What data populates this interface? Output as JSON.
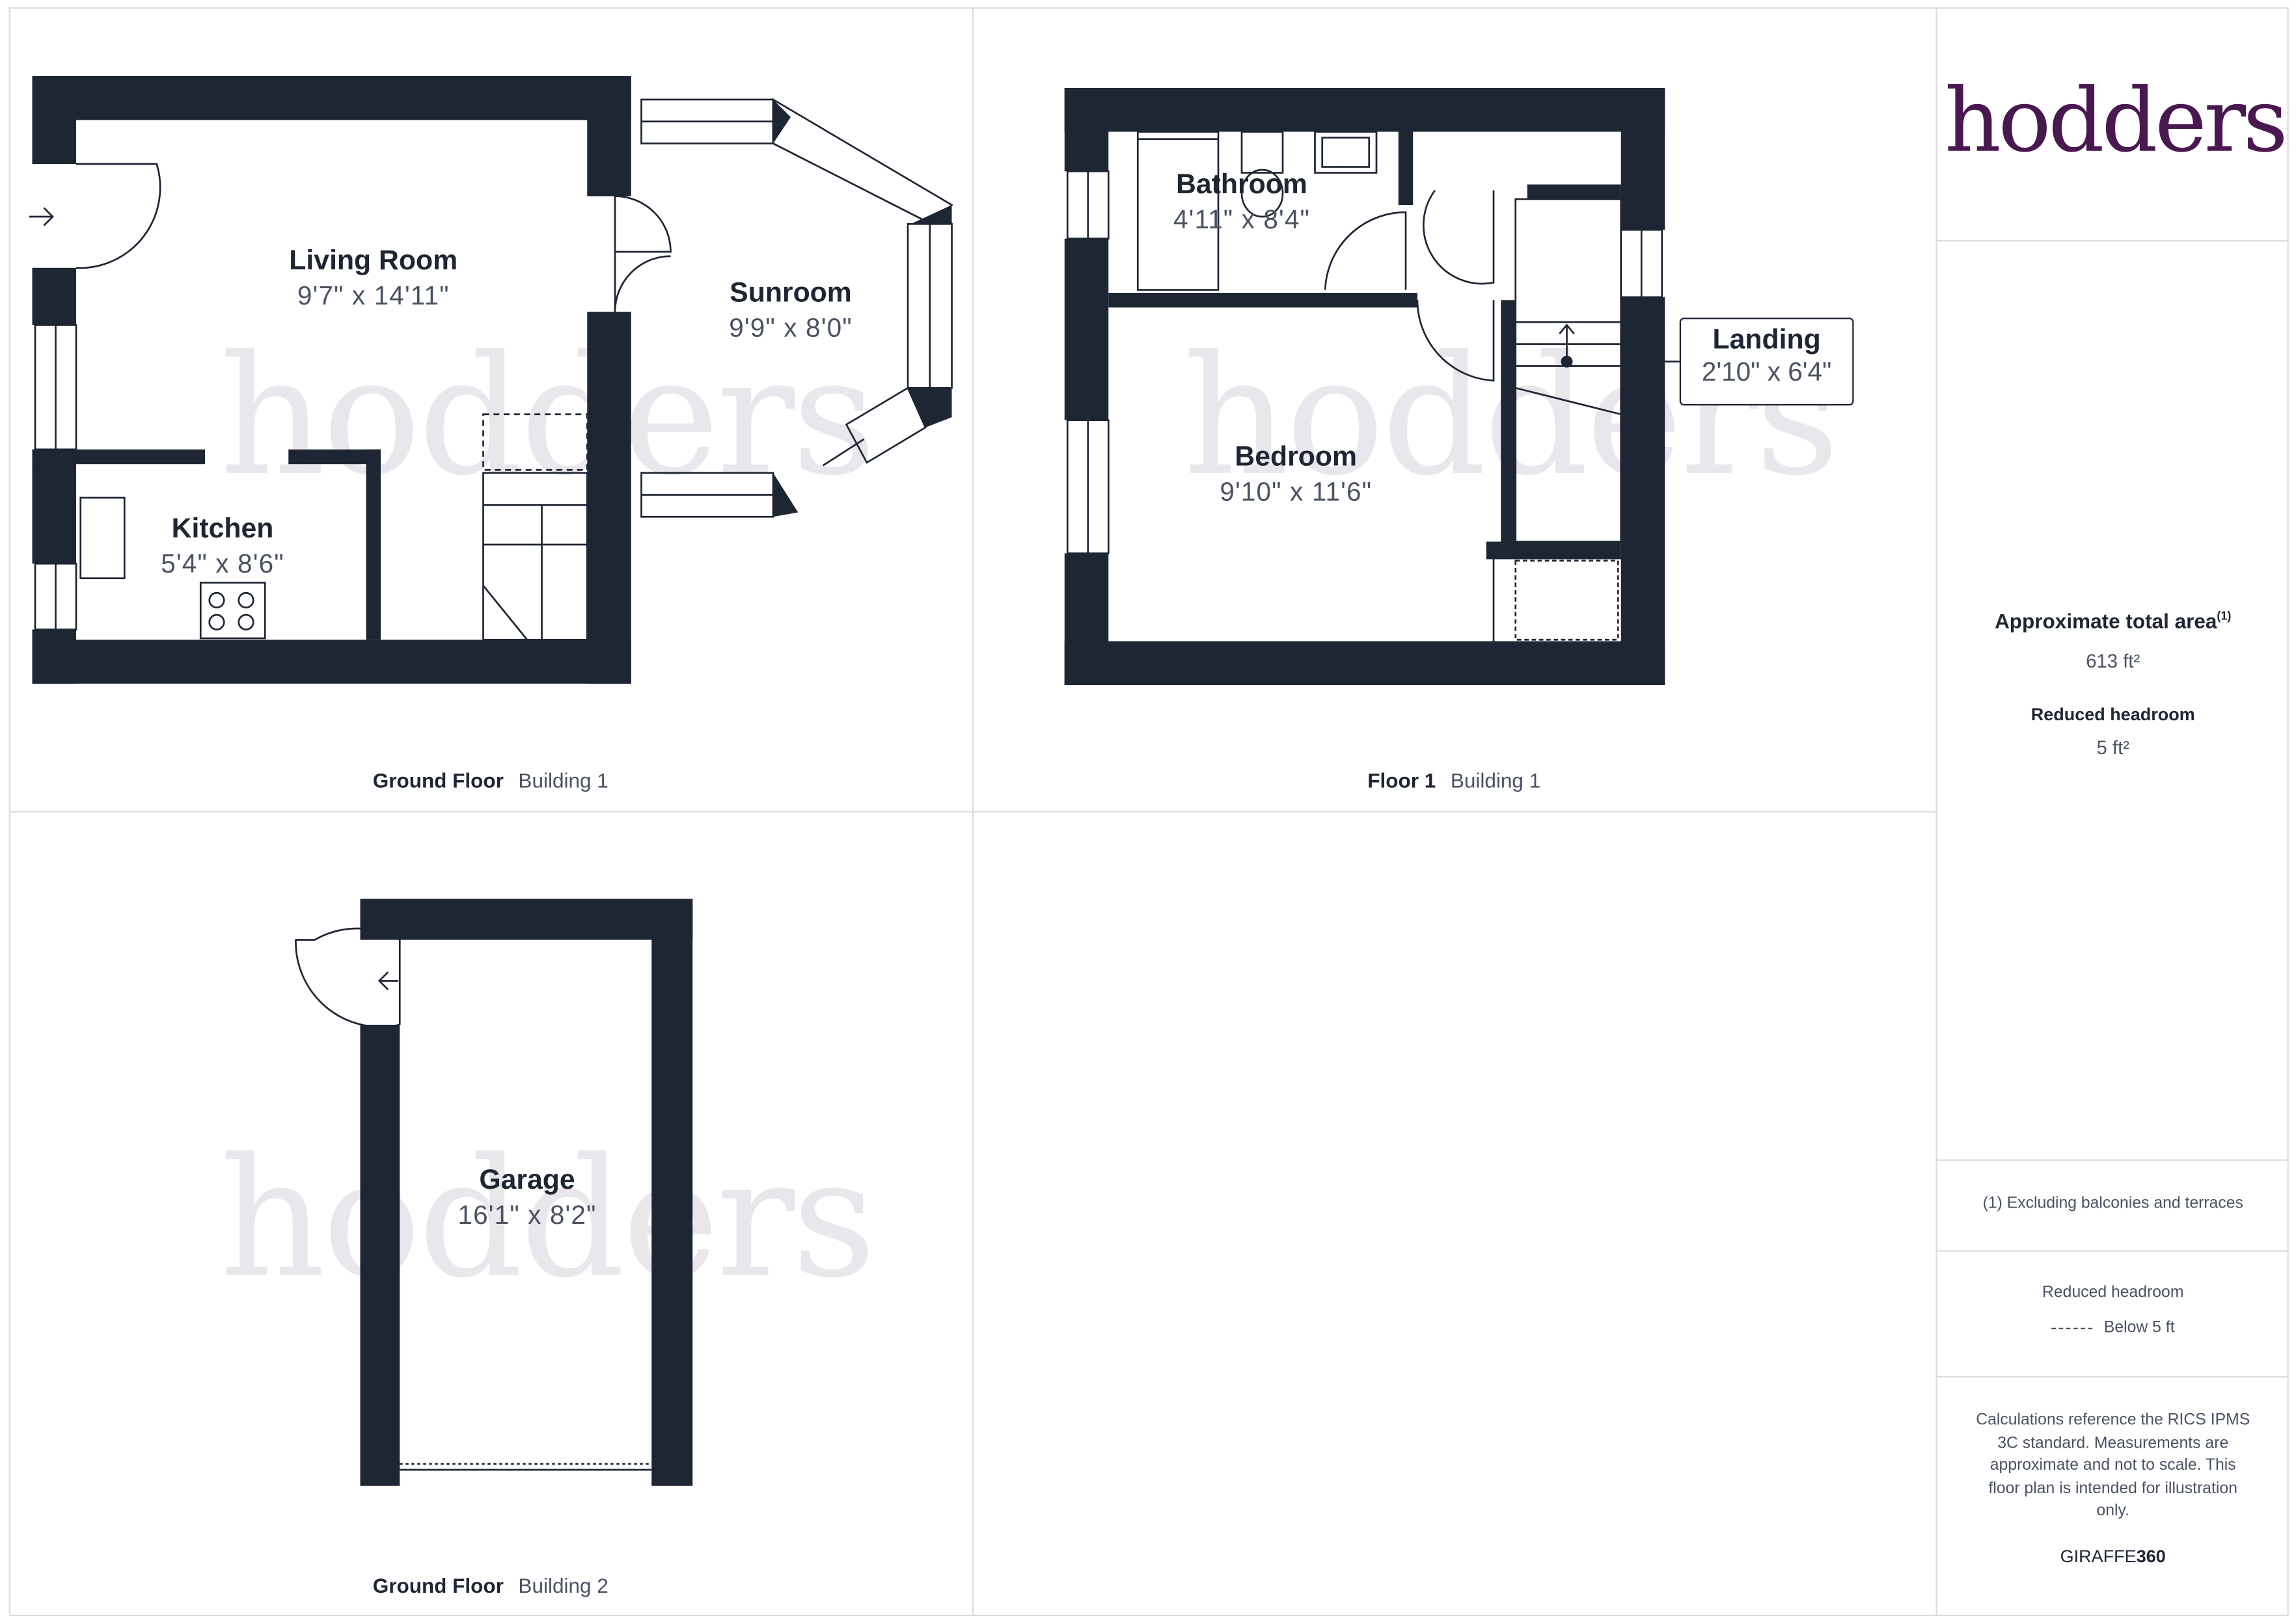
{
  "brand": {
    "logo_text": "hodders",
    "logo_color": "#4a1850",
    "watermark": "hodders"
  },
  "colors": {
    "wall": "#1e2533",
    "text": "#1e2533",
    "muted": "#4a5262"
  },
  "plans": [
    {
      "floor": "Ground Floor",
      "building": "Building 1",
      "rooms": [
        {
          "name": "Living Room",
          "dims": "9'7\" x 14'11\""
        },
        {
          "name": "Sunroom",
          "dims": "9'9\" x 8'0\""
        },
        {
          "name": "Kitchen",
          "dims": "5'4\" x 8'6\""
        }
      ]
    },
    {
      "floor": "Floor 1",
      "building": "Building 1",
      "rooms": [
        {
          "name": "Bathroom",
          "dims": "4'11\" x 8'4\""
        },
        {
          "name": "Bedroom",
          "dims": "9'10\" x 11'6\""
        },
        {
          "name": "Landing",
          "dims": "2'10\" x 6'4\""
        }
      ]
    },
    {
      "floor": "Ground Floor",
      "building": "Building 2",
      "rooms": [
        {
          "name": "Garage",
          "dims": "16'1\" x 8'2\""
        }
      ]
    }
  ],
  "summary": {
    "total_area_label": "Approximate total area",
    "total_area_note_ref": "(1)",
    "total_area_value": "613 ft²",
    "reduced_headroom_label": "Reduced headroom",
    "reduced_headroom_value": "5 ft²"
  },
  "footnote": "(1) Excluding balconies and terraces",
  "legend": {
    "title": "Reduced headroom",
    "item": "Below 5 ft"
  },
  "disclaimer": "Calculations reference the RICS IPMS 3C standard. Measurements are approximate and not to scale. This floor plan is intended for illustration only.",
  "credit": {
    "light": "GIRAFFE",
    "bold": "360"
  }
}
